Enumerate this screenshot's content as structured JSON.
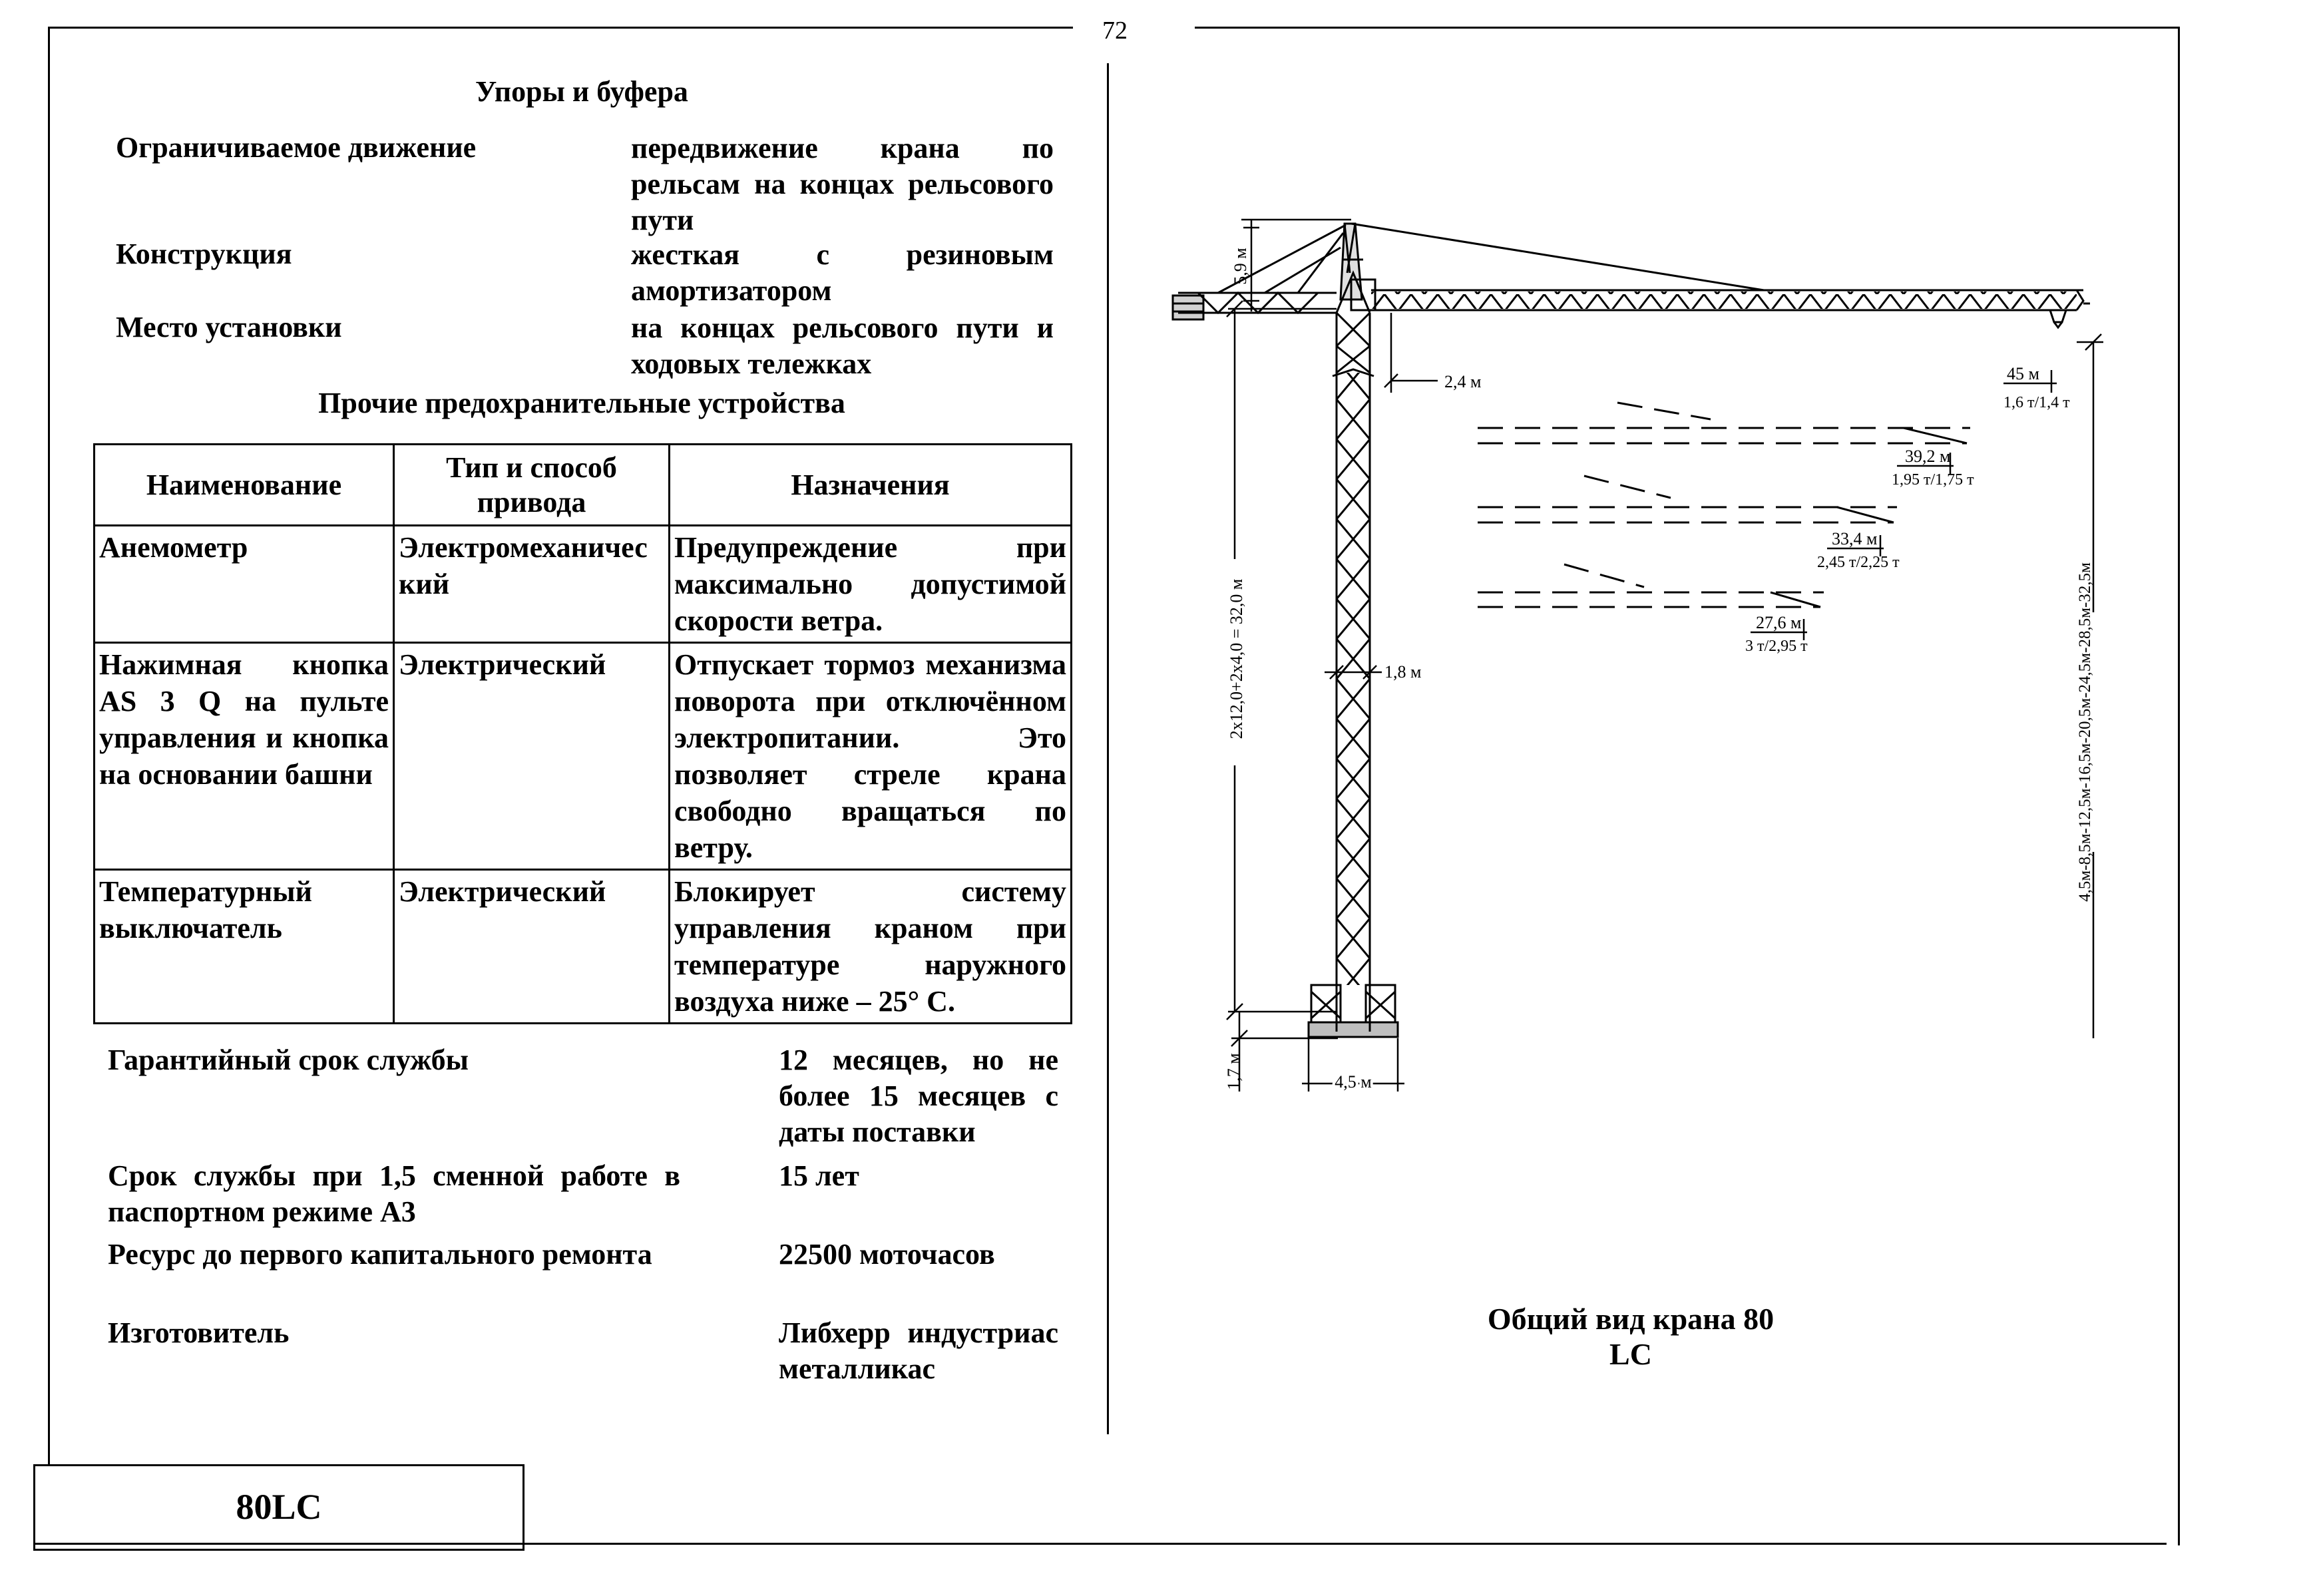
{
  "page_number": "72",
  "stops": {
    "title": "Упоры и буфера",
    "rows": [
      {
        "label": "Ограничиваемое движение",
        "value": "передвижение крана по рельсам на концах рельсового пути"
      },
      {
        "label": "Конструкция",
        "value": "жесткая с резиновым амортизатором"
      },
      {
        "label": "Место установки",
        "value": "на концах рельсового пути и ходовых тележках"
      }
    ]
  },
  "safety": {
    "title": "Прочие предохранительные устройства",
    "headers": [
      "Наименование",
      "Тип и способ привода",
      "Назначения"
    ],
    "rows": [
      [
        "Анемометр",
        "Электромеханический",
        "Предупреждение при максимально допустимой скорости ветра."
      ],
      [
        "Нажимная кнопка AS 3 Q на пульте управления и кнопка на основании башни",
        "Электрический",
        "Отпускает тормоз механизма поворота при отключённом электропитании. Это позволяет стреле крана свободно вращаться по ветру."
      ],
      [
        "Температурный выключатель",
        "Электрический",
        "Блокирует систему управления краном при температуре наружного воздуха ниже – 25° С."
      ]
    ]
  },
  "specs": [
    {
      "label": "Гарантийный срок службы",
      "value": "12 месяцев, но не более 15 месяцев с даты поставки"
    },
    {
      "label": "Срок службы при 1,5 сменной работе в паспортном режиме А3",
      "value": "15 лет"
    },
    {
      "label": "Ресурс до первого капитального ремонта",
      "value": "22500 моточасов"
    },
    {
      "label": "Изготовитель",
      "value": "Либхерр индустриас металликас"
    }
  ],
  "footer_label": "80LC",
  "figure": {
    "caption": "Общий вид крана 80 LC",
    "dims": {
      "top_height": "5,9 м",
      "jib_offset": "2,4 м",
      "tower_height": "2х12,0+2х4,0 = 32,0 м",
      "tower_width": "1,8 м",
      "base_height": "1,7 м",
      "base_width": "4,5 м",
      "hook_heights": "4,5м-8,5м-12,5м-16,5м-20,5м-24,5м-28,5м-32,5м"
    },
    "reaches": [
      {
        "radius": "45 м",
        "load": "1,6 т/1,4 т"
      },
      {
        "radius": "39,2 м",
        "load": "1,95 т/1,75 т"
      },
      {
        "radius": "33,4 м",
        "load": "2,45 т/2,25 т"
      },
      {
        "radius": "27,6 м",
        "load": "3 т/2,95 т"
      }
    ]
  }
}
